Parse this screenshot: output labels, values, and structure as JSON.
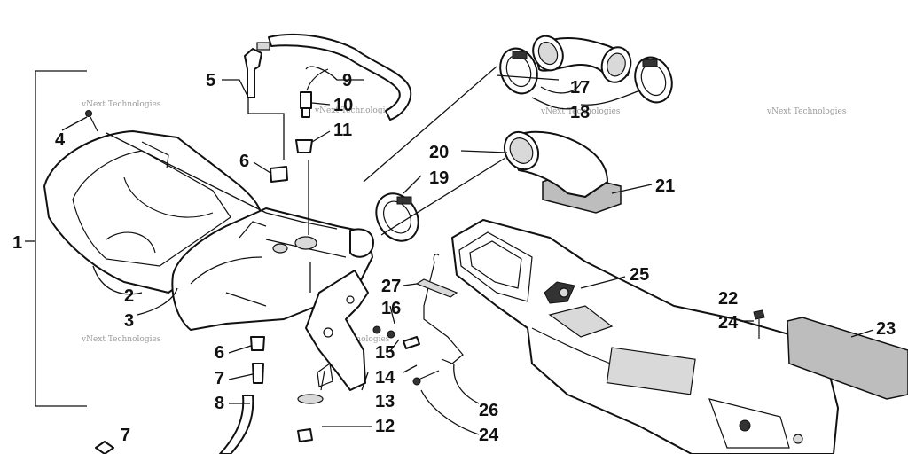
{
  "callouts": {
    "c1": "1",
    "c2": "2",
    "c3": "3",
    "c4": "4",
    "c5": "5",
    "c6a": "6",
    "c6b": "6",
    "c7a": "7",
    "c7b": "7",
    "c8": "8",
    "c9": "9",
    "c10": "10",
    "c11": "11",
    "c12": "12",
    "c13": "13",
    "c14": "14",
    "c15": "15",
    "c16": "16",
    "c17": "17",
    "c18": "18",
    "c19": "19",
    "c20": "20",
    "c21": "21",
    "c22": "22",
    "c23": "23",
    "c24a": "24",
    "c24b": "24",
    "c25": "25",
    "c26": "26",
    "c27": "27"
  },
  "watermark": "vNext Technologies"
}
